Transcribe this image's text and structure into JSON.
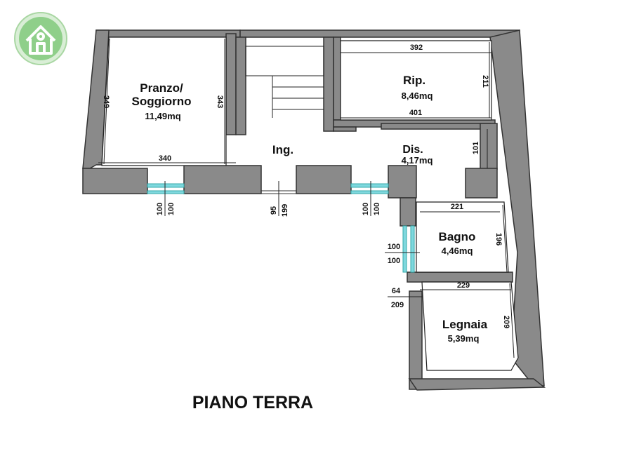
{
  "floor_title": "PIANO TERRA",
  "logo": {
    "icon": "house-icon",
    "color": "#8fcf8a"
  },
  "colors": {
    "wall": "#8a8a8a",
    "window": "#7fd8de",
    "paper": "#ffffff"
  },
  "rooms": {
    "pranzo": {
      "name_line1": "Pranzo/",
      "name_line2": "Soggiorno",
      "area": "11,49mq"
    },
    "rip": {
      "name": "Rip.",
      "area": "8,46mq"
    },
    "ing": {
      "name": "Ing."
    },
    "dis": {
      "name": "Dis.",
      "area": "4,17mq"
    },
    "bagno": {
      "name": "Bagno",
      "area": "4,46mq"
    },
    "legnaia": {
      "name": "Legnaia",
      "area": "5,39mq"
    }
  },
  "dimensions": {
    "pranzo_left": "349",
    "pranzo_right": "343",
    "pranzo_bottom": "340",
    "rip_top": "392",
    "rip_right": "211",
    "rip_bottom": "401",
    "dis_right": "101",
    "bagno_top": "221",
    "bagno_right": "196",
    "legnaia_top": "229",
    "legnaia_right": "209"
  },
  "openings": {
    "w1_a": "100",
    "w1_b": "100",
    "door_a": "95",
    "door_b": "199",
    "w2_a": "100",
    "w2_b": "100",
    "w3_a": "100",
    "w3_b": "100",
    "door2_a": "64",
    "door2_b": "209"
  }
}
